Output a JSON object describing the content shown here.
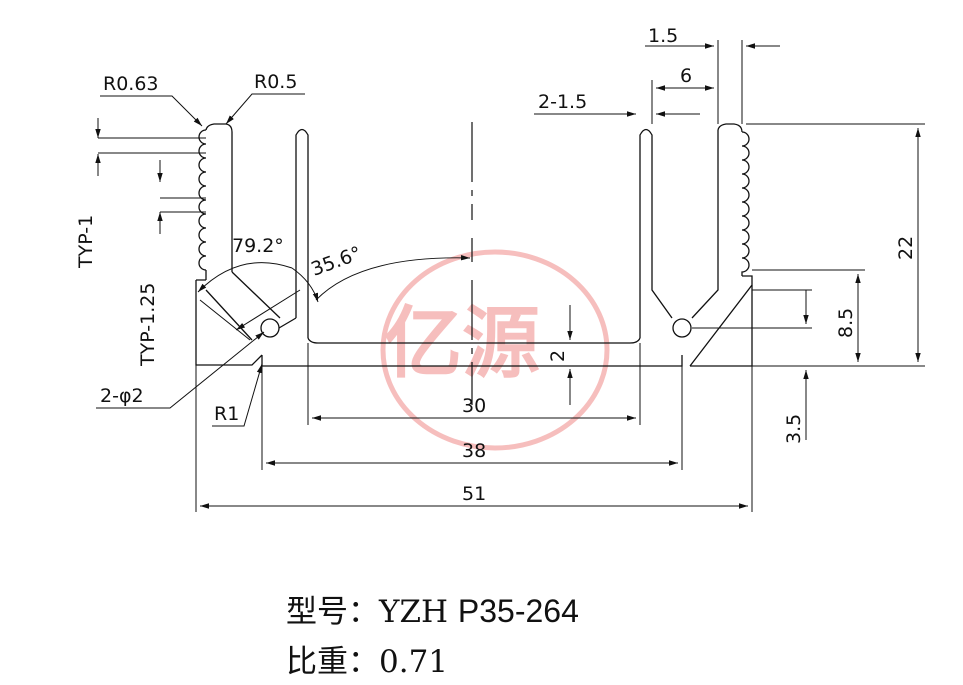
{
  "drawing": {
    "dims": {
      "r063": "R0.63",
      "r05": "R0.5",
      "d15": "1.5",
      "d6": "6",
      "d2_15": "2-1.5",
      "typ1": "TYP-1",
      "typ125": "TYP-1.25",
      "ang792": "79.2°",
      "ang356": "35.6°",
      "d22": "22",
      "d85": "8.5",
      "d2": "2",
      "d2phi2": "2-φ2",
      "r1": "R1",
      "d30": "30",
      "d38": "38",
      "d51": "51",
      "d35": "3.5"
    },
    "watermark": {
      "text": "亿源",
      "color": "#e53935"
    }
  },
  "info": {
    "model_label": "型号：",
    "model_prefix": "YZH",
    "model_value": "P35-264",
    "density_label": "比重：",
    "density_value": "0.71"
  }
}
